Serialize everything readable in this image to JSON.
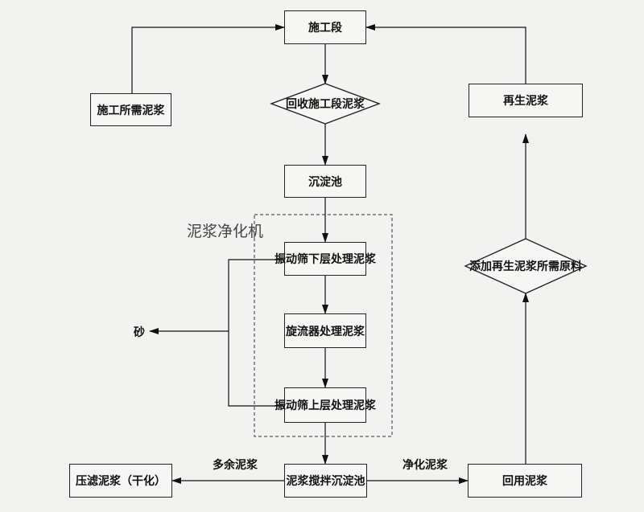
{
  "nodes": {
    "construction_section": "施工段",
    "recovered_slurry": "回收施工段泥浆",
    "settling_tank_top": "沉淀池",
    "screen_lower_slurry": "振动筛下层处理泥浆",
    "cyclone_slurry": "旋流器处理泥浆",
    "screen_upper_slurry": "振动筛上层处理泥浆",
    "mixing_settling_tank": "泥浆搅拌沉淀池",
    "filter_press": "压滤泥浆（干化）",
    "reuse_slurry": "回用泥浆",
    "add_materials": "添加再生泥浆所需原料",
    "regenerated_slurry": "再生泥浆",
    "required_slurry": "施工所需泥浆"
  },
  "labels": {
    "purifier_group": "泥浆净化机",
    "sand": "砂",
    "excess_slurry": "多余泥浆",
    "purified_slurry": "净化泥浆"
  },
  "colors": {
    "line": "#222222",
    "background": "#f2f2f0",
    "dashed": "#333333"
  }
}
